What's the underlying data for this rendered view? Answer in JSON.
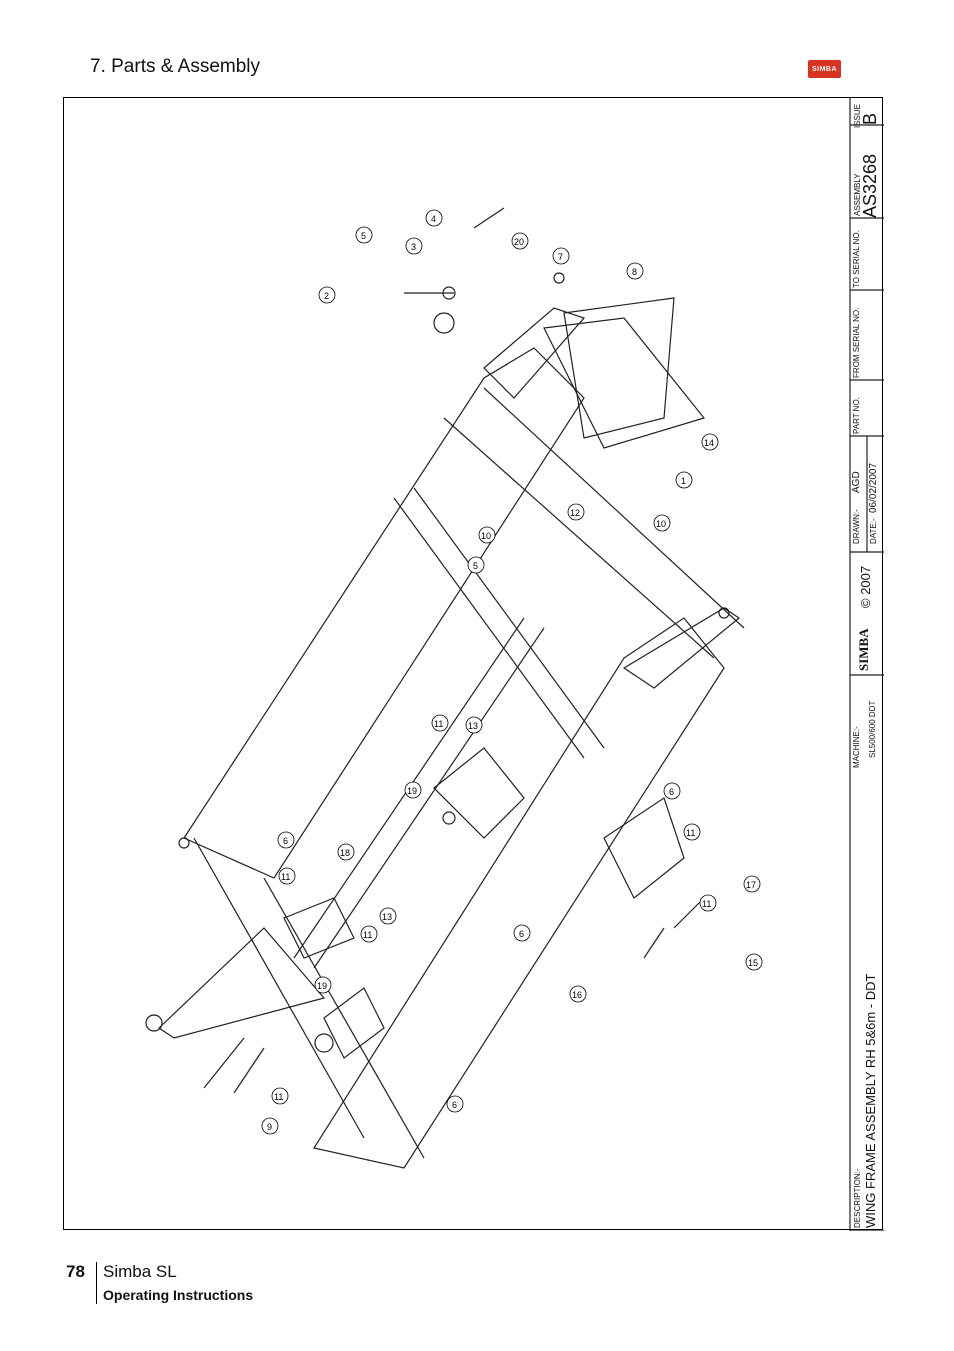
{
  "header": {
    "section_title": "7. Parts & Assembly",
    "logo_text": "SIMBA"
  },
  "title_block": {
    "issue_label": "ISSUE",
    "issue_value": "B",
    "assembly_label": "ASSEMBLY",
    "assembly_value": "AS3268",
    "to_serial_label": "TO SERIAL NO.",
    "from_serial_label": "FROM SERIAL NO.",
    "part_no_label": "PART NO.",
    "drawn_label": "DRAWN:-",
    "drawn_value": "AGD",
    "date_label": "DATE:-",
    "date_value": "06/02/2007",
    "copyright": "© 2007",
    "brand": "SIMBA",
    "machine_label": "MACHINE:-",
    "machine_value": "SL500/600 DDT",
    "description_label": "DESCRIPTION:-",
    "description_value": "WING FRAME ASSEMBLY RH 5&6m - DDT"
  },
  "callouts": [
    "1",
    "2",
    "3",
    "4",
    "5",
    "6",
    "7",
    "8",
    "9",
    "10",
    "11",
    "12",
    "13",
    "14",
    "15",
    "16",
    "17",
    "18",
    "19",
    "20"
  ],
  "footer": {
    "page_number": "78",
    "product": "Simba SL",
    "subtitle": "Operating Instructions"
  }
}
